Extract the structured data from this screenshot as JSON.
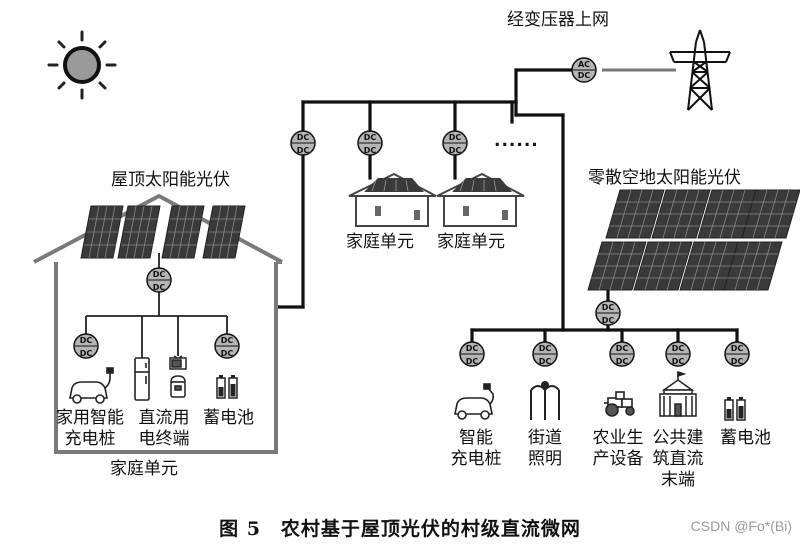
{
  "labels": {
    "grid_connection": "经变压器上网",
    "rooftop_pv": "屋顶太阳能光伏",
    "scattered_pv": "零散空地太阳能光伏",
    "household_unit_main": "家庭单元",
    "household_unit_a": "家庭单元",
    "household_unit_b": "家庭单元",
    "ellipsis": "......",
    "home_ev_charger_l1": "家用智能",
    "home_ev_charger_l2": "充电桩",
    "dc_terminal_l1": "直流用",
    "dc_terminal_l2": "电终端",
    "home_battery": "蓄电池",
    "smart_charger_l1": "智能",
    "smart_charger_l2": "充电桩",
    "street_light_l1": "街道",
    "street_light_l2": "照明",
    "agri_l1": "农业生",
    "agri_l2": "产设备",
    "public_bldg_l1": "公共建",
    "public_bldg_l2": "筑直流",
    "public_bldg_l3": "末端",
    "village_battery": "蓄电池"
  },
  "converters": {
    "dcdc_top": "DC",
    "dcdc_bottom": "DC",
    "acdc_top": "AC",
    "acdc_bottom": "DC"
  },
  "caption": "图 5　农村基于屋顶光伏的村级直流微网",
  "watermark": "CSDN @Fo*(Bi)",
  "icons": [
    "sun-icon",
    "transmission-tower-icon",
    "solar-panel-icon",
    "house-icon",
    "ev-charger-icon",
    "refrigerator-icon",
    "tv-icon",
    "rice-cooker-icon",
    "battery-icon",
    "street-light-icon",
    "tractor-icon",
    "public-building-icon"
  ]
}
